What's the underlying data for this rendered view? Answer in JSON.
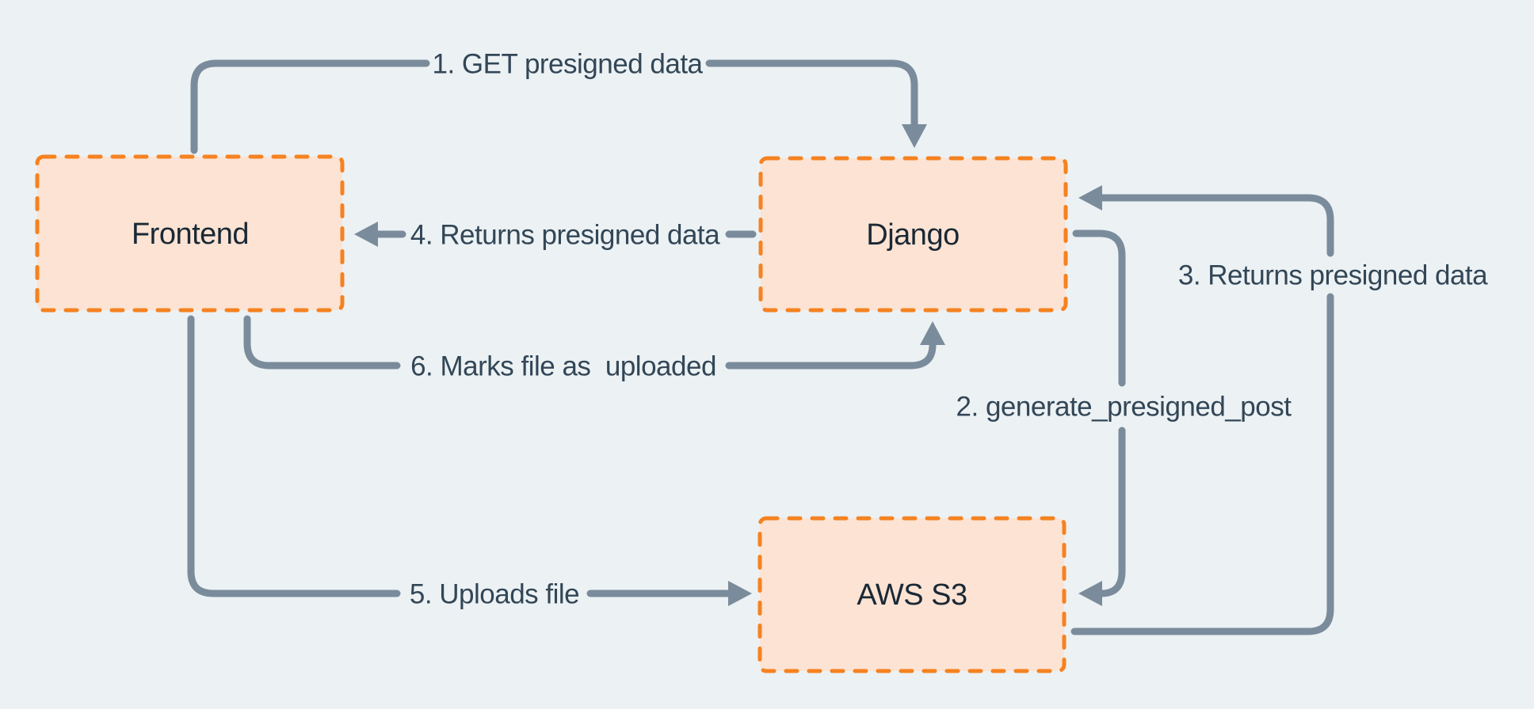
{
  "colors": {
    "background": "#ecf1f4",
    "box_fill": "#fce3d3",
    "box_border": "#f58220",
    "arrow": "#7a8c9b",
    "flow_label_text": "#324656",
    "box_label_text": "#1a2835"
  },
  "nodes": [
    {
      "id": "frontend",
      "label": "Frontend"
    },
    {
      "id": "django",
      "label": "Django"
    },
    {
      "id": "aws-s3",
      "label": "AWS S3"
    }
  ],
  "flows": [
    {
      "step": "1",
      "label": "1. GET presigned data",
      "from": "Frontend",
      "to": "Django"
    },
    {
      "step": "2",
      "label": "2. generate_presigned_post",
      "from": "Django",
      "to": "AWS S3"
    },
    {
      "step": "3",
      "label": "3. Returns presigned data",
      "from": "AWS S3",
      "to": "Django"
    },
    {
      "step": "4",
      "label": "4. Returns presigned data",
      "from": "Django",
      "to": "Frontend"
    },
    {
      "step": "5",
      "label": "5. Uploads file",
      "from": "Frontend",
      "to": "AWS S3"
    },
    {
      "step": "6",
      "label": "6. Marks file as  uploaded",
      "from": "Frontend",
      "to": "Django"
    }
  ]
}
